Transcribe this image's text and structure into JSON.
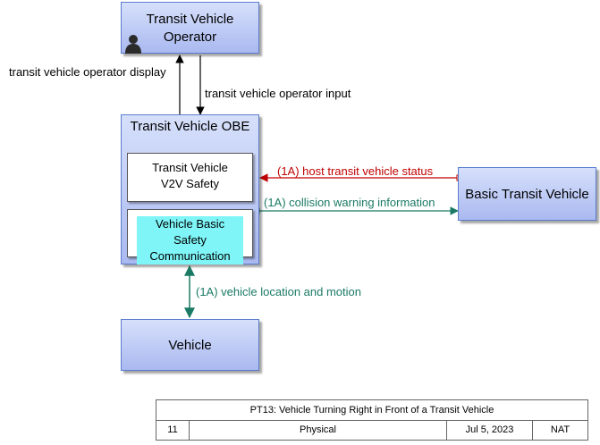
{
  "nodes": {
    "operator": "Transit Vehicle Operator",
    "obe": "Transit Vehicle OBE",
    "v2v_safety": "Transit Vehicle V2V Safety",
    "vbsc": "Vehicle Basic Safety Communication",
    "basic_transit_vehicle": "Basic Transit Vehicle",
    "vehicle": "Vehicle"
  },
  "flows": {
    "operator_display": "transit vehicle operator display",
    "operator_input": "transit vehicle operator input",
    "host_status": "(1A) host transit vehicle status",
    "collision_warning": "(1A) collision warning information",
    "location_motion": "(1A) vehicle location and motion"
  },
  "legend": {
    "title": "PT13: Vehicle Turning Right in Front of a Transit Vehicle",
    "number": "11",
    "view": "Physical",
    "date": "Jul 5, 2023",
    "org": "NAT"
  },
  "colors": {
    "box_border": "#5a7ccc",
    "flow_red": "#c00000",
    "flow_green": "#1a7a64",
    "highlight": "#7ff5f8"
  },
  "icons": {
    "operator": "person-icon"
  }
}
